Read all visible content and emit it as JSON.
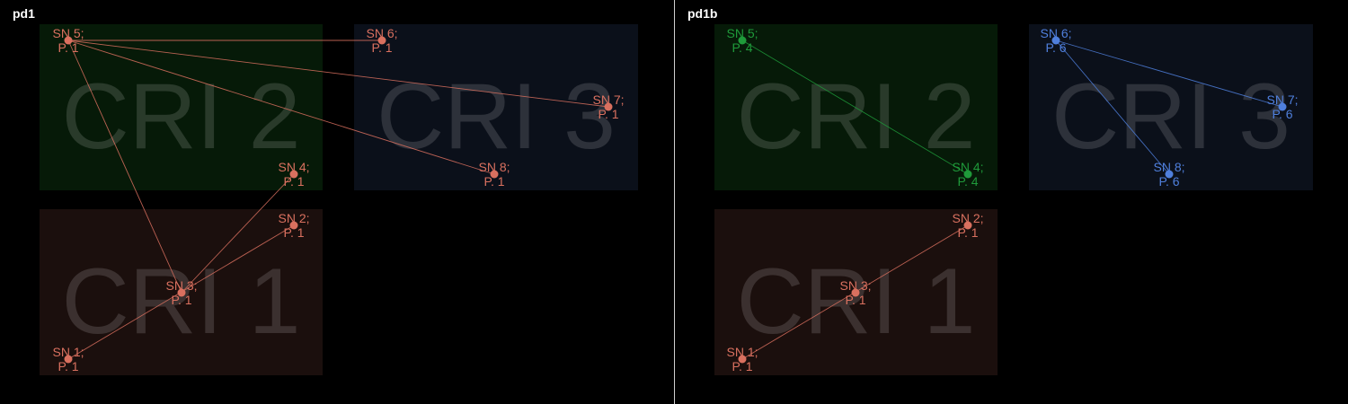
{
  "panels": [
    {
      "id": "left",
      "title": "pd1",
      "regions": [
        {
          "id": "cri2",
          "label": "CRI 2",
          "fill": "#061a08"
        },
        {
          "id": "cri3",
          "label": "CRI 3",
          "fill": "#0b101a"
        },
        {
          "id": "cri1",
          "label": "CRI 1",
          "fill": "#1b0f0d"
        }
      ],
      "nodes": [
        {
          "id": "n5",
          "label1": "SN 5;",
          "label2": "P. 1",
          "color": "#d9705f"
        },
        {
          "id": "n6",
          "label1": "SN 6;",
          "label2": "P. 1",
          "color": "#d9705f"
        },
        {
          "id": "n7",
          "label1": "SN 7;",
          "label2": "P. 1",
          "color": "#d9705f"
        },
        {
          "id": "n8",
          "label1": "SN 8;",
          "label2": "P. 1",
          "color": "#d9705f"
        },
        {
          "id": "n4",
          "label1": "SN 4;",
          "label2": "P. 1",
          "color": "#d9705f"
        },
        {
          "id": "n2",
          "label1": "SN 2;",
          "label2": "P. 1",
          "color": "#d9705f"
        },
        {
          "id": "n3",
          "label1": "SN 3;",
          "label2": "P. 1",
          "color": "#d9705f"
        },
        {
          "id": "n1",
          "label1": "SN 1;",
          "label2": "P. 1",
          "color": "#d9705f"
        }
      ],
      "edges": [
        {
          "from": "n5",
          "to": "n6",
          "color": "#d9705f"
        },
        {
          "from": "n5",
          "to": "n7",
          "color": "#d9705f"
        },
        {
          "from": "n5",
          "to": "n8",
          "color": "#d9705f"
        },
        {
          "from": "n5",
          "to": "n3",
          "color": "#d9705f"
        },
        {
          "from": "n3",
          "to": "n4",
          "color": "#d9705f"
        },
        {
          "from": "n1",
          "to": "n2",
          "color": "#d9705f"
        }
      ]
    },
    {
      "id": "right",
      "title": "pd1b",
      "regions": [
        {
          "id": "cri2",
          "label": "CRI 2",
          "fill": "#061a08"
        },
        {
          "id": "cri3",
          "label": "CRI 3",
          "fill": "#0b101a"
        },
        {
          "id": "cri1",
          "label": "CRI 1",
          "fill": "#1b0f0d"
        }
      ],
      "nodes": [
        {
          "id": "n5",
          "label1": "SN 5;",
          "label2": "P. 4",
          "color": "#1f9a3a"
        },
        {
          "id": "n4",
          "label1": "SN 4;",
          "label2": "P. 4",
          "color": "#1f9a3a"
        },
        {
          "id": "n6",
          "label1": "SN 6;",
          "label2": "P. 6",
          "color": "#4f7fdc"
        },
        {
          "id": "n7",
          "label1": "SN 7;",
          "label2": "P. 6",
          "color": "#4f7fdc"
        },
        {
          "id": "n8",
          "label1": "SN 8;",
          "label2": "P. 6",
          "color": "#4f7fdc"
        },
        {
          "id": "n2",
          "label1": "SN 2;",
          "label2": "P. 1",
          "color": "#d9705f"
        },
        {
          "id": "n3",
          "label1": "SN 3;",
          "label2": "P. 1",
          "color": "#d9705f"
        },
        {
          "id": "n1",
          "label1": "SN 1;",
          "label2": "P. 1",
          "color": "#d9705f"
        }
      ],
      "edges": [
        {
          "from": "n5",
          "to": "n4",
          "color": "#1f9a3a"
        },
        {
          "from": "n6",
          "to": "n7",
          "color": "#4f7fdc"
        },
        {
          "from": "n6",
          "to": "n8",
          "color": "#4f7fdc"
        },
        {
          "from": "n1",
          "to": "n2",
          "color": "#d9705f"
        }
      ]
    }
  ]
}
